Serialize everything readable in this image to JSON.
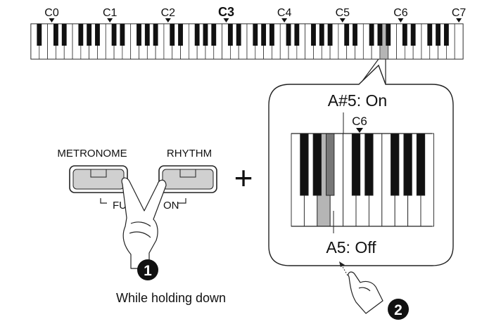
{
  "keyboard": {
    "octave_labels": [
      "C0",
      "C1",
      "C2",
      "C3",
      "C4",
      "C5",
      "C6",
      "C7"
    ],
    "bold_label": "C3",
    "white_key_count": 52,
    "highlighted_key": "A5"
  },
  "zoom": {
    "c6_label": "C6",
    "on_label": "A#5: On",
    "off_label": "A5: Off"
  },
  "panel": {
    "metronome_label": "METRONOME",
    "rhythm_label": "RHYTHM",
    "function_label_left": "FU",
    "function_label_right": "ON",
    "plus": "+"
  },
  "steps": {
    "step1_number": "1",
    "step1_text": "While holding down",
    "step2_number": "2"
  },
  "colors": {
    "key_black": "#111111",
    "key_highlight": "#b5b5b5",
    "key_highlight_dark": "#777777",
    "button_fill": "#d0d0d0",
    "line": "#222222"
  }
}
